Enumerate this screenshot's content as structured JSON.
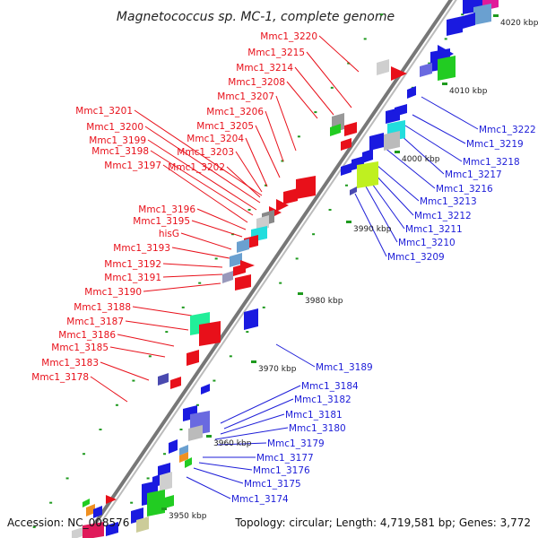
{
  "title": "Magnetococcus sp. MC-1, complete genome",
  "footer": {
    "accession": "Accession: NC_008576",
    "summary": "Topology: circular; Length: 4,719,581 bp; Genes: 3,772"
  },
  "kbp_marks": [
    "3950 kbp",
    "3960 kbp",
    "3970 kbp",
    "3980 kbp",
    "3990 kbp",
    "4000 kbp",
    "4010 kbp",
    "4020 kbp"
  ],
  "left_labels": [
    "Mmc1_3220",
    "Mmc1_3215",
    "Mmc1_3214",
    "Mmc1_3208",
    "Mmc1_3207",
    "Mmc1_3206",
    "Mmc1_3201",
    "Mmc1_3205",
    "Mmc1_3200",
    "Mmc1_3199",
    "Mmc1_3204",
    "Mmc1_3198",
    "Mmc1_3203",
    "Mmc1_3197",
    "Mmc1_3202",
    "Mmc1_3196",
    "Mmc1_3195",
    "hisG",
    "Mmc1_3193",
    "Mmc1_3192",
    "Mmc1_3191",
    "Mmc1_3190",
    "Mmc1_3188",
    "Mmc1_3187",
    "Mmc1_3186",
    "Mmc1_3185",
    "Mmc1_3183",
    "Mmc1_3178"
  ],
  "right_labels": [
    "Mmc1_3222",
    "Mmc1_3219",
    "Mmc1_3218",
    "Mmc1_3217",
    "Mmc1_3216",
    "Mmc1_3213",
    "Mmc1_3212",
    "Mmc1_3211",
    "Mmc1_3210",
    "Mmc1_3209",
    "Mmc1_3189",
    "Mmc1_3184",
    "Mmc1_3182",
    "Mmc1_3181",
    "Mmc1_3180",
    "Mmc1_3179",
    "Mmc1_3177",
    "Mmc1_3176",
    "Mmc1_3175",
    "Mmc1_3174"
  ],
  "colors": {
    "forward_label": "#e8101a",
    "reverse_label": "#1d1dd8",
    "backbone": "#8a8a8a",
    "tick_dot": "#1e9a1e"
  }
}
